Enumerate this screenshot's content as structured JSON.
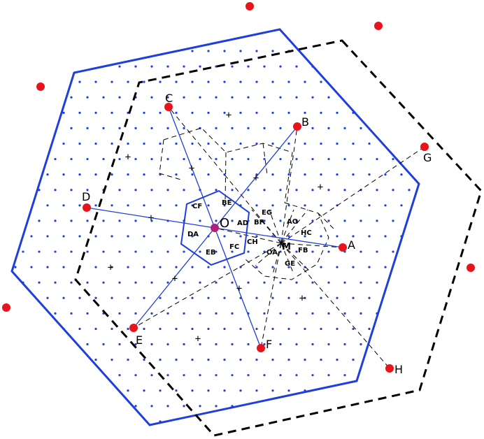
{
  "colors": {
    "point": "#e8141c",
    "blue": "#1f3fdc",
    "dot": "#1f3fdc",
    "black": "#000000",
    "center": "#b0207a"
  },
  "labels": {
    "O": "O",
    "A": "A",
    "B": "B",
    "C": "C",
    "D": "D",
    "E": "E",
    "F": "F",
    "G": "G",
    "H": "H",
    "M": "M"
  },
  "pair_labels": {
    "CF": "CF",
    "BE": "BE",
    "AD": "AD",
    "DA": "DA",
    "EB": "EB",
    "FC": "FC",
    "EG": "EG",
    "AO": "AO",
    "BF": "BF",
    "HC": "HC",
    "CH": "CH",
    "FB": "FB",
    "OA": "OA",
    "GE": "GE"
  },
  "plus_mark": "+"
}
